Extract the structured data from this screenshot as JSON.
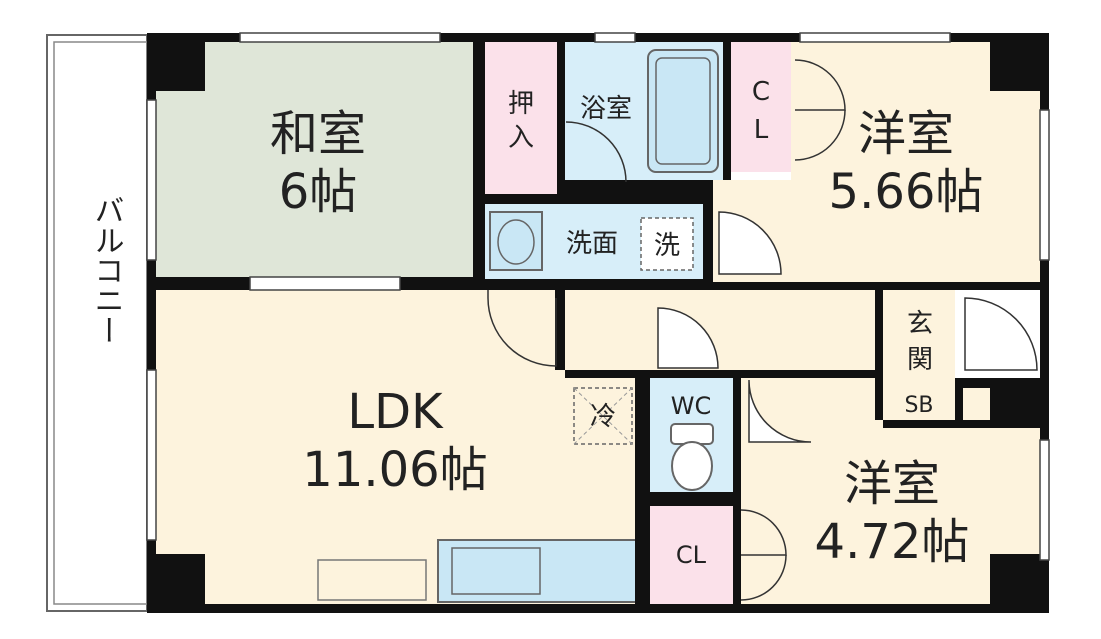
{
  "balcony": {
    "label": "バルコニー"
  },
  "rooms": {
    "washitsu": {
      "name": "和室",
      "size": "6帖"
    },
    "oshiire": {
      "label_top": "押",
      "label_bottom": "入"
    },
    "bath": {
      "label": "浴室"
    },
    "closet_top": {
      "label_top": "C",
      "label_bottom": "L"
    },
    "youshitsu1": {
      "name": "洋室",
      "size": "5.66帖"
    },
    "washroom": {
      "label": "洗面",
      "washer": "洗"
    },
    "ldk": {
      "name": "LDK",
      "size": "11.06帖",
      "fridge": "冷"
    },
    "wc": {
      "label": "WC"
    },
    "genkan": {
      "label_top": "玄",
      "label_bottom": "関"
    },
    "shoebox": {
      "label": "SB"
    },
    "closet_bottom": {
      "label": "CL"
    },
    "youshitsu2": {
      "name": "洋室",
      "size": "4.72帖"
    }
  },
  "colors": {
    "wall": "#111111",
    "washitsu": "#dfe6d8",
    "wood": "#fdf3dd",
    "wet": "#d7eef9",
    "storage": "#fbe1ea",
    "fixture": "#c9e7f5"
  }
}
